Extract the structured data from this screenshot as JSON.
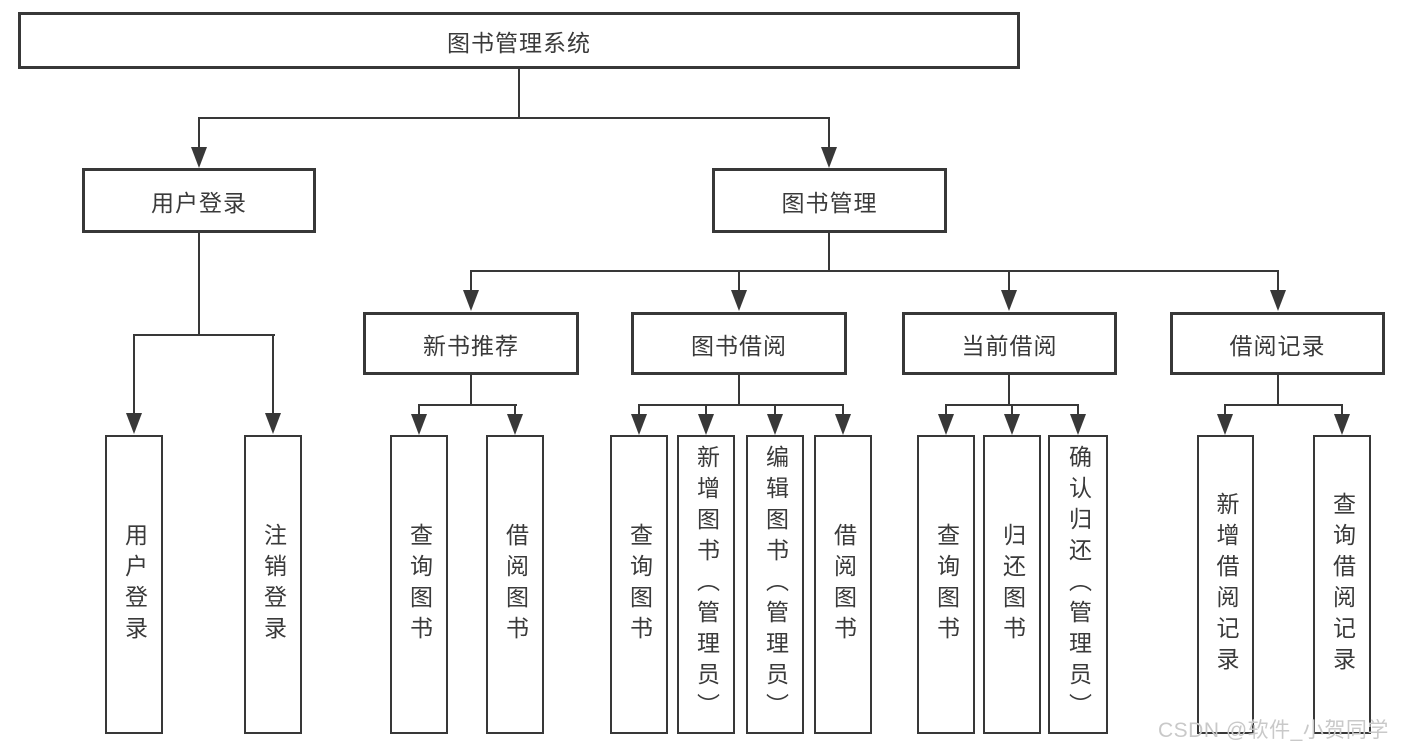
{
  "diagram_type": "hierarchy-tree",
  "colors": {
    "line": "#383838",
    "box_border": "#383838",
    "text": "#3a3a3a",
    "background": "#ffffff",
    "watermark": "#c9c9c9"
  },
  "tree": {
    "label": "图书管理系统",
    "children": [
      {
        "label": "用户登录",
        "children": [
          {
            "label": "用户登录"
          },
          {
            "label": "注销登录"
          }
        ]
      },
      {
        "label": "图书管理",
        "children": [
          {
            "label": "新书推荐",
            "children": [
              {
                "label": "查询图书"
              },
              {
                "label": "借阅图书"
              }
            ]
          },
          {
            "label": "图书借阅",
            "children": [
              {
                "label": "查询图书"
              },
              {
                "label": "新增图书（管理员）"
              },
              {
                "label": "编辑图书（管理员）"
              },
              {
                "label": "借阅图书"
              }
            ]
          },
          {
            "label": "当前借阅",
            "children": [
              {
                "label": "查询图书"
              },
              {
                "label": "归还图书"
              },
              {
                "label": "确认归还（管理员）"
              }
            ]
          },
          {
            "label": "借阅记录",
            "children": [
              {
                "label": "新增借阅记录"
              },
              {
                "label": "查询借阅记录"
              }
            ]
          }
        ]
      }
    ]
  },
  "watermark": {
    "text": "CSDN @软件_小贺同学"
  }
}
